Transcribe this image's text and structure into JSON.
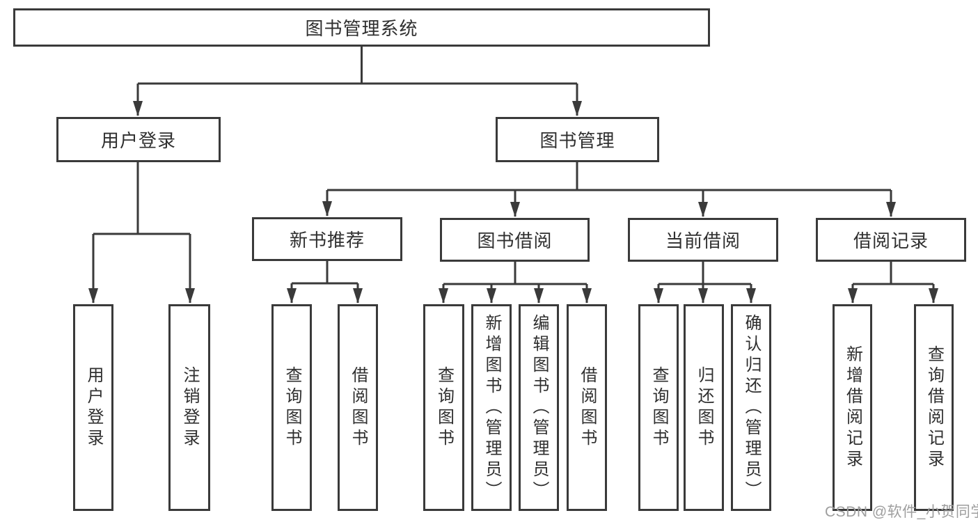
{
  "tree": {
    "root": {
      "label": "图书管理系统"
    },
    "branches": [
      {
        "label": "用户登录",
        "children": [
          {
            "label": "用户登录"
          },
          {
            "label": "注销登录"
          }
        ]
      },
      {
        "label": "图书管理",
        "children": [
          {
            "label": "新书推荐",
            "children": [
              {
                "label": "查询图书"
              },
              {
                "label": "借阅图书"
              }
            ]
          },
          {
            "label": "图书借阅",
            "children": [
              {
                "label": "查询图书"
              },
              {
                "label": "新增图书（管理员）"
              },
              {
                "label": "编辑图书（管理员）"
              },
              {
                "label": "借阅图书"
              }
            ]
          },
          {
            "label": "当前借阅",
            "children": [
              {
                "label": "查询图书"
              },
              {
                "label": "归还图书"
              },
              {
                "label": "确认归还（管理员）"
              }
            ]
          },
          {
            "label": "借阅记录",
            "children": [
              {
                "label": "新增借阅记录"
              },
              {
                "label": "查询借阅记录"
              }
            ]
          }
        ]
      }
    ]
  },
  "watermark": {
    "text": "CSDN @软件_小贺同学"
  },
  "colors": {
    "stroke": "#3a3a3a",
    "text": "#2f2f2f",
    "watermark": "#9e9e9e",
    "background": "#ffffff"
  }
}
